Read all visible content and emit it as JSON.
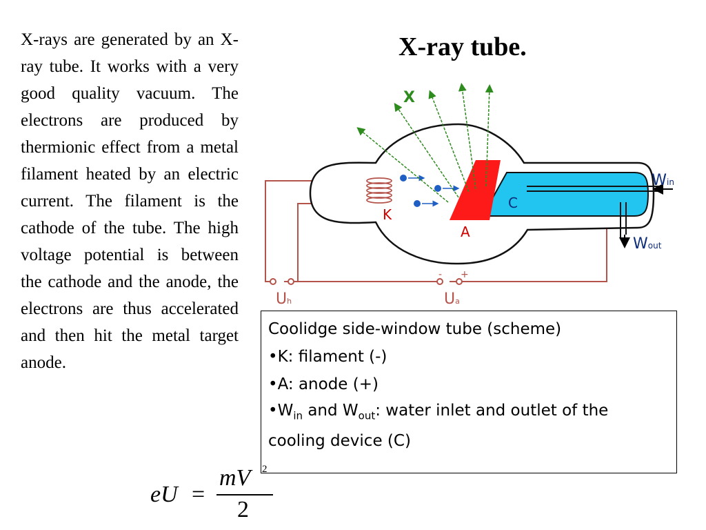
{
  "body_text": "X-rays are generated by an X-ray tube. It works with a very good quality vacuum. The electrons are produced by thermionic effect from a metal filament heated by an electric current. The filament is the cathode of the tube. The high voltage potential is between the cathode and the anode, the electrons are thus accelerated and then hit the metal target anode.",
  "title": "X-ray tube.",
  "diagram": {
    "label_x": "X",
    "label_k": "K",
    "label_a": "A",
    "label_c": "C",
    "label_w": "W",
    "label_in": "in",
    "label_out": "out",
    "label_u": "U",
    "label_h": "h",
    "label_a_sub": "a",
    "label_minus": "-",
    "label_plus": "+",
    "colors": {
      "anode": "#ff1a1a",
      "coolant": "#22c4f0",
      "electron": "#1f5fc4",
      "xray": "#2e8b1e",
      "circuit": "#b4534a",
      "label_red": "#d00000"
    }
  },
  "legend": {
    "heading": "Coolidge side-window tube (scheme)",
    "bullet": "•",
    "item_k": "K: filament (-)",
    "item_a": "A: anode (+)",
    "w": "W",
    "in": "in",
    "and": " and W",
    "out": "out",
    "tail": ": water inlet and outlet of the cooling device (C)"
  },
  "formula": {
    "lhs": "eU",
    "eq": "=",
    "numerator": "mV",
    "exponent": "2",
    "denominator": "2"
  }
}
